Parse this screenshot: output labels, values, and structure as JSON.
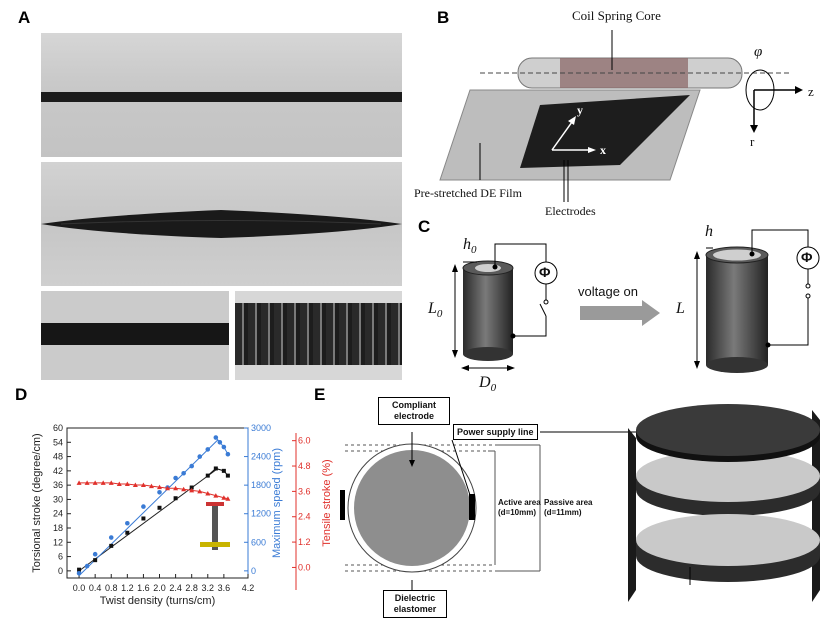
{
  "panel_labels": {
    "a": "A",
    "b": "B",
    "c": "C",
    "d": "D",
    "e": "E"
  },
  "panel_b": {
    "core_label": "Coil Spring Core",
    "film_label": "Pre-stretched DE Film",
    "electrodes_label": "Electrodes",
    "axis_phi": "φ",
    "axis_z": "z",
    "axis_r": "r",
    "axis_x": "x",
    "axis_y": "y"
  },
  "panel_c": {
    "h0": "h",
    "h0_sub": "0",
    "L0": "L",
    "L0_sub": "0",
    "D0": "D",
    "D0_sub": "0",
    "h": "h",
    "L": "L",
    "phi_left": "Φ",
    "phi_right": "Φ",
    "arrow_text": "voltage on"
  },
  "panel_e": {
    "compliant_electrode": "Compliant electrode",
    "power_supply_line": "Power supply line",
    "active_area": "Active area",
    "active_d": "(d=10mm)",
    "passive_area": "Passive area",
    "passive_d": "(d=11mm)",
    "dielectric": "Dielectric elastomer"
  },
  "chart_data": {
    "type": "line",
    "xlabel": "Twist density (turns/cm)",
    "ylabel_left": "Torsional stroke (degree/cm)",
    "ylabel_right1": "Maximum speed (rpm)",
    "ylabel_right2": "Tensile stroke (%)",
    "xlim": [
      -0.3,
      4.2
    ],
    "x_ticks": [
      "0.0",
      "0.4",
      "0.8",
      "1.2",
      "1.6",
      "2.0",
      "2.4",
      "2.8",
      "3.2",
      "3.6",
      "4.2"
    ],
    "y_left_ticks": [
      "0",
      "6",
      "12",
      "18",
      "24",
      "30",
      "36",
      "42",
      "48",
      "54",
      "60"
    ],
    "y_right1_ticks": [
      "0",
      "600",
      "1200",
      "1800",
      "2400",
      "3000"
    ],
    "y_right2_ticks": [
      "0.0",
      "1.2",
      "2.4",
      "3.6",
      "4.8",
      "6.0"
    ],
    "ylim_left": [
      -3,
      60
    ],
    "ylim_right1": [
      -150,
      3000
    ],
    "ylim_right2": [
      -0.5,
      6.6
    ],
    "colors": {
      "black": "#111111",
      "blue": "#3a7bd5",
      "red": "#e0302b"
    },
    "series": [
      {
        "color": "black",
        "axis": "left",
        "x": [
          0.0,
          0.4,
          0.8,
          1.2,
          1.6,
          2.0,
          2.4,
          2.8,
          3.2,
          3.4,
          3.6,
          3.7
        ],
        "y": [
          0.5,
          4.5,
          10.5,
          16,
          22,
          26.5,
          30.5,
          35,
          40,
          43,
          42,
          40
        ]
      },
      {
        "color": "blue",
        "axis": "right1",
        "x": [
          0.0,
          0.2,
          0.4,
          0.8,
          1.2,
          1.6,
          2.0,
          2.2,
          2.4,
          2.6,
          2.8,
          3.0,
          3.2,
          3.4,
          3.5,
          3.6,
          3.7
        ],
        "y": [
          -50,
          100,
          350,
          700,
          1000,
          1350,
          1650,
          1750,
          1950,
          2050,
          2200,
          2400,
          2550,
          2800,
          2700,
          2600,
          2450
        ]
      },
      {
        "color": "red",
        "axis": "right2",
        "x": [
          0.0,
          0.2,
          0.4,
          0.6,
          0.8,
          1.0,
          1.2,
          1.4,
          1.6,
          1.8,
          2.0,
          2.2,
          2.4,
          2.6,
          2.8,
          3.0,
          3.2,
          3.4,
          3.6,
          3.7
        ],
        "y": [
          4.0,
          4.0,
          4.0,
          4.0,
          4.0,
          3.95,
          3.95,
          3.9,
          3.9,
          3.85,
          3.8,
          3.75,
          3.75,
          3.7,
          3.65,
          3.6,
          3.5,
          3.4,
          3.3,
          3.25
        ]
      }
    ]
  }
}
